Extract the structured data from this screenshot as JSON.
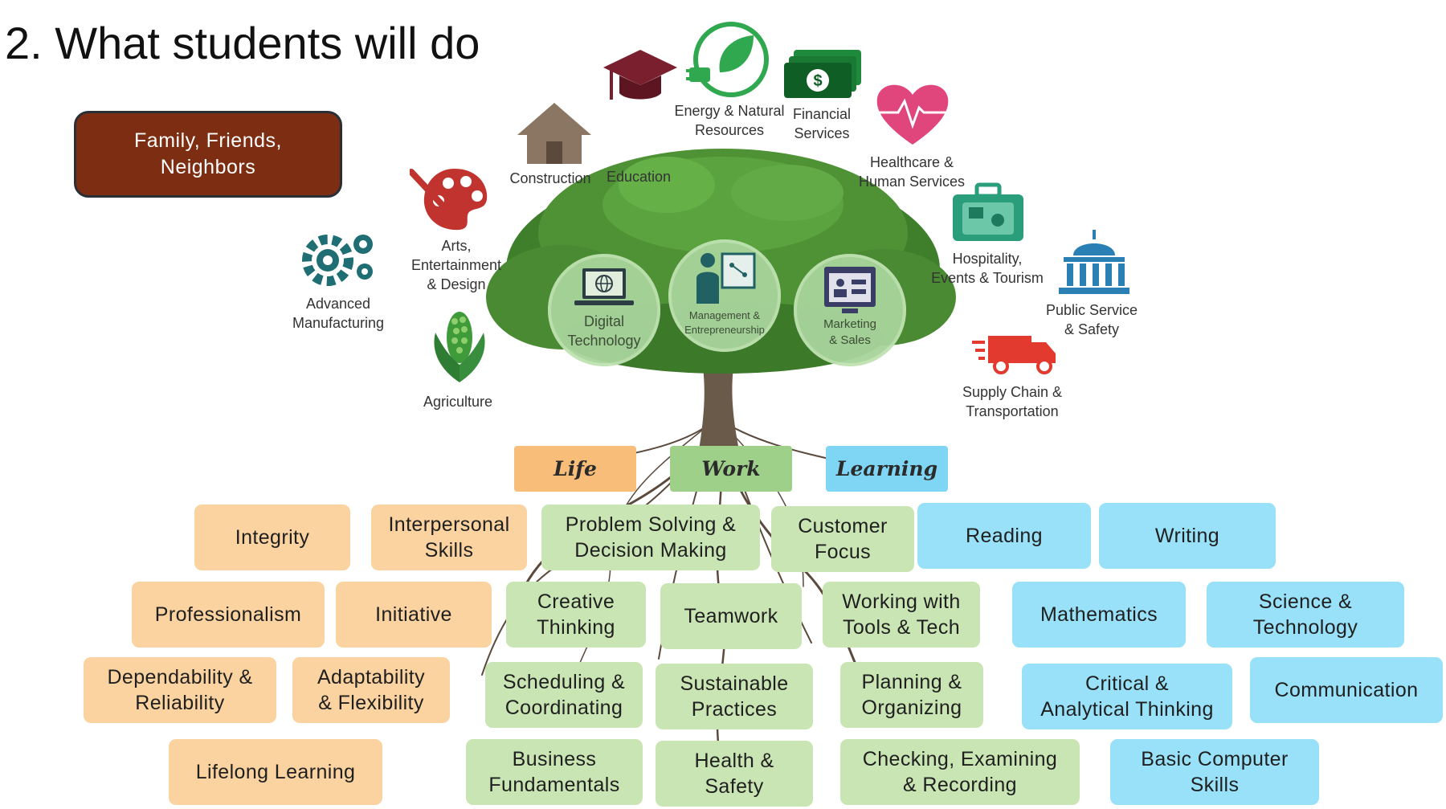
{
  "title": "2. What students will do",
  "network_box": {
    "label": "Family, Friends,\nNeighbors",
    "color": "#7d2e12"
  },
  "clusters": [
    {
      "id": "education",
      "label": "Education",
      "icon": "graduation-cap-icon"
    },
    {
      "id": "energy",
      "label": "Energy & Natural\nResources",
      "icon": "leaf-plug-icon"
    },
    {
      "id": "financial",
      "label": "Financial\nServices",
      "icon": "money-stack-icon"
    },
    {
      "id": "healthcare",
      "label": "Healthcare &\nHuman Services",
      "icon": "heart-pulse-icon"
    },
    {
      "id": "construction",
      "label": "Construction",
      "icon": "house-icon"
    },
    {
      "id": "arts",
      "label": "Arts,\nEntertainment\n& Design",
      "icon": "palette-icon"
    },
    {
      "id": "hospitality",
      "label": "Hospitality,\nEvents & Tourism",
      "icon": "suitcase-icon"
    },
    {
      "id": "advanced-mfg",
      "label": "Advanced\nManufacturing",
      "icon": "gears-icon"
    },
    {
      "id": "public-service",
      "label": "Public Service\n& Safety",
      "icon": "capitol-building-icon"
    },
    {
      "id": "agriculture",
      "label": "Agriculture",
      "icon": "corn-icon"
    },
    {
      "id": "supply-chain",
      "label": "Supply Chain &\nTransportation",
      "icon": "delivery-truck-icon"
    }
  ],
  "canopy_circles": [
    {
      "id": "digital",
      "label": "Digital\nTechnology",
      "icon": "laptop-globe-icon"
    },
    {
      "id": "management",
      "label": "Management &\nEntrepreneurship",
      "icon": "presenter-board-icon"
    },
    {
      "id": "marketing",
      "label": "Marketing\n& Sales",
      "icon": "storefront-screen-icon"
    }
  ],
  "headers": {
    "life": {
      "label": "Life",
      "color": "#f9bd7a"
    },
    "work": {
      "label": "Work",
      "color": "#9fd08a"
    },
    "learning": {
      "label": "Learning",
      "color": "#7fd6f4"
    }
  },
  "skills": {
    "life": [
      "Integrity",
      "Interpersonal\nSkills",
      "Professionalism",
      "Initiative",
      "Dependability &\nReliability",
      "Adaptability\n& Flexibility",
      "Lifelong Learning"
    ],
    "work": [
      "Problem Solving &\nDecision Making",
      "Customer\nFocus",
      "Creative\nThinking",
      "Teamwork",
      "Working with\nTools & Tech",
      "Scheduling &\nCoordinating",
      "Sustainable\nPractices",
      "Planning &\nOrganizing",
      "Business\nFundamentals",
      "Health &\nSafety",
      "Checking, Examining\n& Recording"
    ],
    "learning": [
      "Reading",
      "Writing",
      "Mathematics",
      "Science &\nTechnology",
      "Critical &\nAnalytical Thinking",
      "Communication",
      "Basic Computer\nSkills"
    ]
  },
  "colors": {
    "life": "#fbd3a0",
    "work": "#c9e5b4",
    "learning": "#98e1f8",
    "tree_leaf": "#4f8f36",
    "tree_trunk": "#6a5a4a",
    "icon_teal": "#1f6e73",
    "icon_red": "#b22a2a"
  }
}
